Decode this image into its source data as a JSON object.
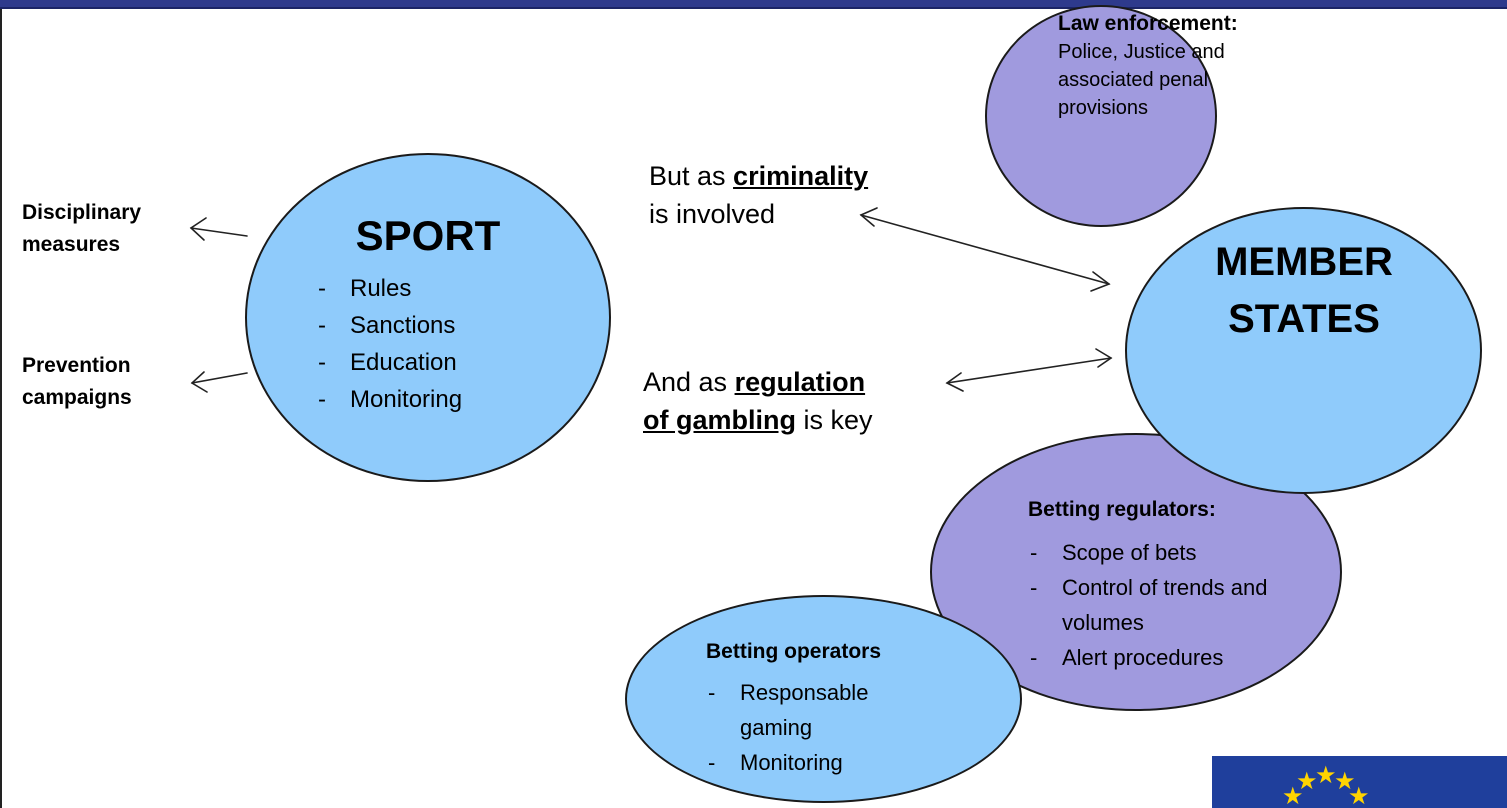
{
  "sport": {
    "title": "SPORT",
    "items": [
      "Rules",
      "Sanctions",
      "Education",
      "Monitoring"
    ]
  },
  "left_outputs": {
    "disciplinary": [
      "Disciplinary",
      "measures"
    ],
    "prevention": [
      "Prevention",
      "campaigns"
    ]
  },
  "middle": {
    "criminality": {
      "prefix": "But as ",
      "key": "criminality",
      "line2": "is involved"
    },
    "gambling": {
      "prefix": "And as ",
      "key1": "regulation",
      "key2": "of gambling",
      "suffix": " is key"
    }
  },
  "member_states": {
    "line1": "MEMBER",
    "line2": "STATES"
  },
  "law_enforcement": {
    "title": "Law  enforcement:",
    "body": [
      "Police, Justice and",
      "associated penal",
      "provisions"
    ]
  },
  "betting_regulators": {
    "title": "Betting regulators:",
    "items": [
      "Scope of bets",
      "Control of trends and",
      "volumes",
      "Alert procedures"
    ]
  },
  "betting_operators": {
    "title": "Betting operators",
    "items": [
      "Responsable",
      "gaming",
      "Monitoring"
    ]
  },
  "colors": {
    "light_blue": "#8fcbfb",
    "lavender": "#a09ade",
    "header_bar": "#2e3a8c",
    "eu_flag_blue": "#1f3f9c",
    "eu_star_yellow": "#ffd400"
  },
  "icons": {
    "eu_flag": "eu-flag-icon"
  }
}
